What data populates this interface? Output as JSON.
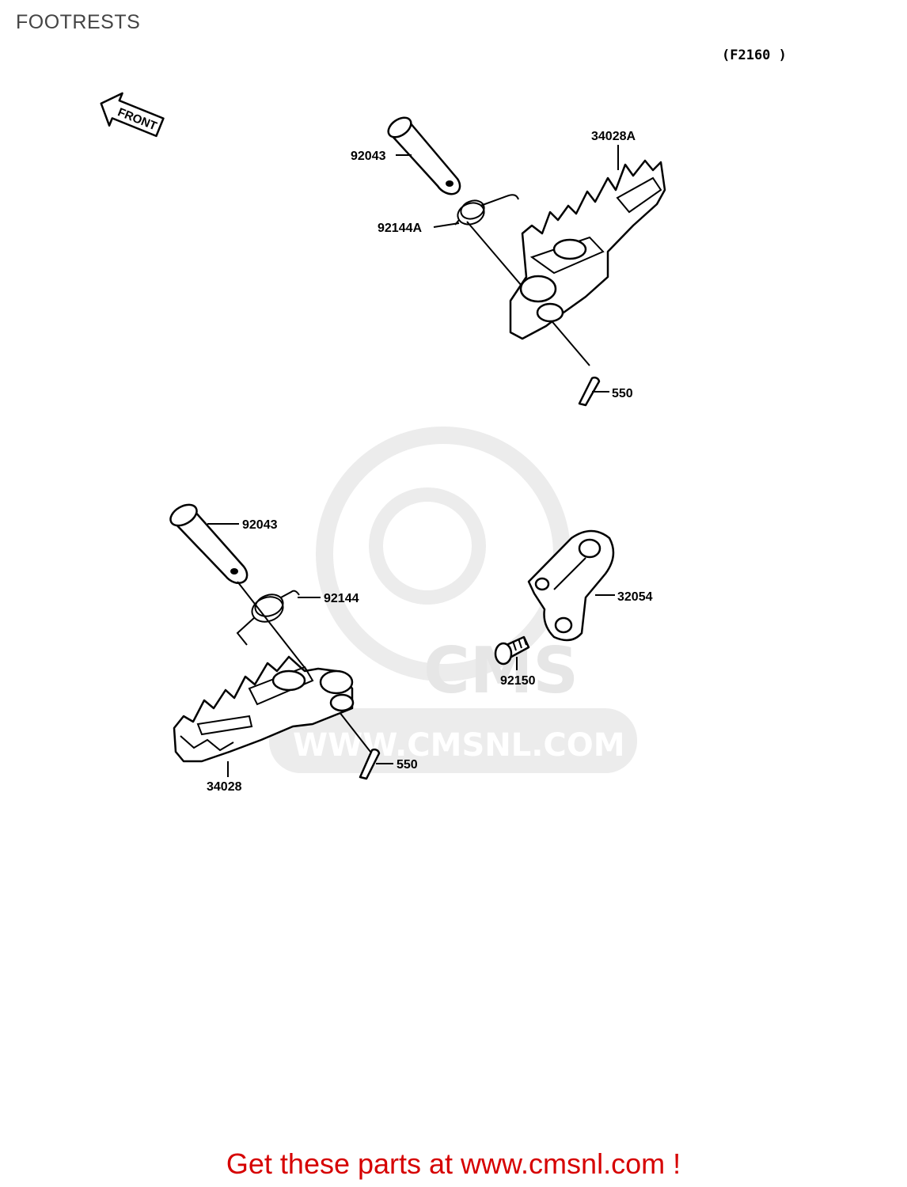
{
  "page": {
    "title": "FOOTRESTS",
    "diagram_code": "(F2160 )",
    "footer_text": "Get these parts at www.cmsnl.com !"
  },
  "colors": {
    "footer": "#d60000",
    "title": "#444444",
    "watermark": "#e6e6e6",
    "lines": "#000000"
  },
  "diagram": {
    "front_arrow_label": "FRONT",
    "watermark": {
      "logo_text": "CMS",
      "url_text": "WWW.CMSNL.COM"
    },
    "parts": {
      "upper_pin": "92043",
      "upper_spring": "92144A",
      "upper_footrest": "34028A",
      "upper_cotter_pin": "550",
      "lower_pin": "92043",
      "lower_spring": "92144",
      "lower_footrest": "34028",
      "lower_cotter_pin": "550",
      "bracket": "32054",
      "bolt": "92150"
    }
  }
}
